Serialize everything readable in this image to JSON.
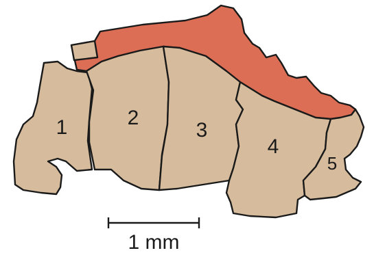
{
  "colors": {
    "tissue": "#d6bc9c",
    "highlight": "#dc6e55",
    "outline": "#1a1a1a",
    "background": "#ffffff"
  },
  "segments": [
    {
      "label": "1"
    },
    {
      "label": "2"
    },
    {
      "label": "3"
    },
    {
      "label": "4"
    },
    {
      "label": "5"
    }
  ],
  "scale_bar": {
    "label": "1 mm"
  }
}
